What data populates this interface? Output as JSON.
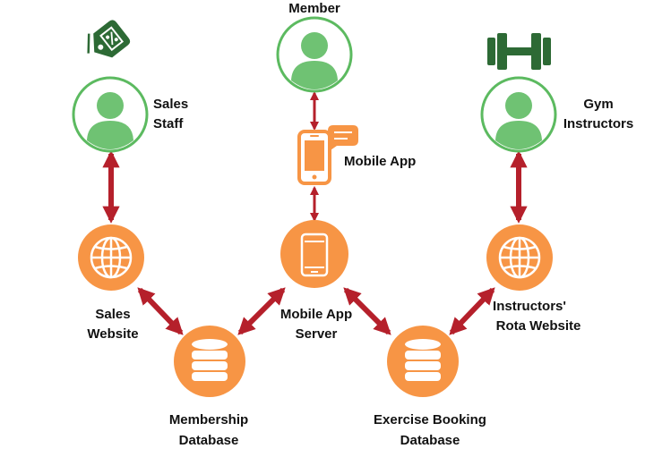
{
  "nodes": {
    "member": {
      "label": "Member"
    },
    "sales_staff": {
      "label_line1": "Sales",
      "label_line2": "Staff"
    },
    "gym_instructors": {
      "label_line1": "Gym",
      "label_line2": "Instructors"
    },
    "mobile_app": {
      "label": "Mobile App"
    },
    "sales_website": {
      "label_line1": "Sales",
      "label_line2": "Website"
    },
    "mobile_app_server": {
      "label_line1": "Mobile App",
      "label_line2": "Server"
    },
    "instructors_rota_website": {
      "label_line1": "Instructors'",
      "label_line2": "Rota Website"
    },
    "membership_database": {
      "label_line1": "Membership",
      "label_line2": "Database"
    },
    "exercise_booking_database": {
      "label_line1": "Exercise Booking",
      "label_line2": "Database"
    }
  },
  "icons": {
    "sales_tag": "price-tag-icon",
    "instructors_dumbbell": "dumbbell-icon",
    "person": "person-icon",
    "globe": "globe-icon",
    "phone": "smartphone-icon",
    "database": "database-icon"
  },
  "colors": {
    "orange": "#f79545",
    "green_ring": "#5cba60",
    "green_person": "#6fc273",
    "arrow_red": "#b5202b",
    "icon_dark_green": "#2d6a35"
  }
}
